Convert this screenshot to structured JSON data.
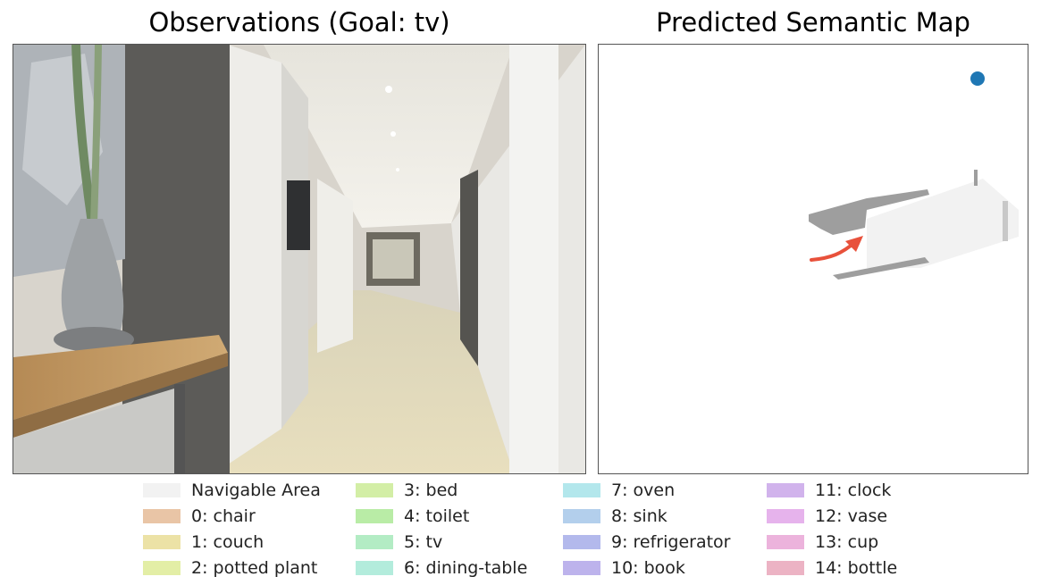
{
  "titles": {
    "observations": "Observations (Goal: tv)",
    "map": "Predicted Semantic Map"
  },
  "legend": [
    {
      "label": "Navigable Area",
      "color": "#f2f2f2"
    },
    {
      "label": "0: chair",
      "color": "#e9c5a6"
    },
    {
      "label": "1: couch",
      "color": "#ece2a6"
    },
    {
      "label": "2: potted plant",
      "color": "#e3eea6"
    },
    {
      "label": "3: bed",
      "color": "#d3eea6"
    },
    {
      "label": "4: toilet",
      "color": "#b9eca6"
    },
    {
      "label": "5: tv",
      "color": "#b3ecc4"
    },
    {
      "label": "6: dining-table",
      "color": "#b3ecdc"
    },
    {
      "label": "7: oven",
      "color": "#b3e7ec"
    },
    {
      "label": "8: sink",
      "color": "#b3cfec"
    },
    {
      "label": "9: refrigerator",
      "color": "#b3b9ec"
    },
    {
      "label": "10: book",
      "color": "#bdb3ec"
    },
    {
      "label": "11: clock",
      "color": "#d1b3ec"
    },
    {
      "label": "12: vase",
      "color": "#e6b3ec"
    },
    {
      "label": "13: cup",
      "color": "#ecb3dc"
    },
    {
      "label": "14: bottle",
      "color": "#ecb3c4"
    }
  ],
  "colors": {
    "agent_arrow": "#e8513b",
    "goal_marker": "#1f77b4",
    "obstacle": "#9e9e9e",
    "explored": "#f2f2f2"
  },
  "icons": {
    "agent": "agent-arrow-icon",
    "goal": "goal-dot-icon"
  }
}
